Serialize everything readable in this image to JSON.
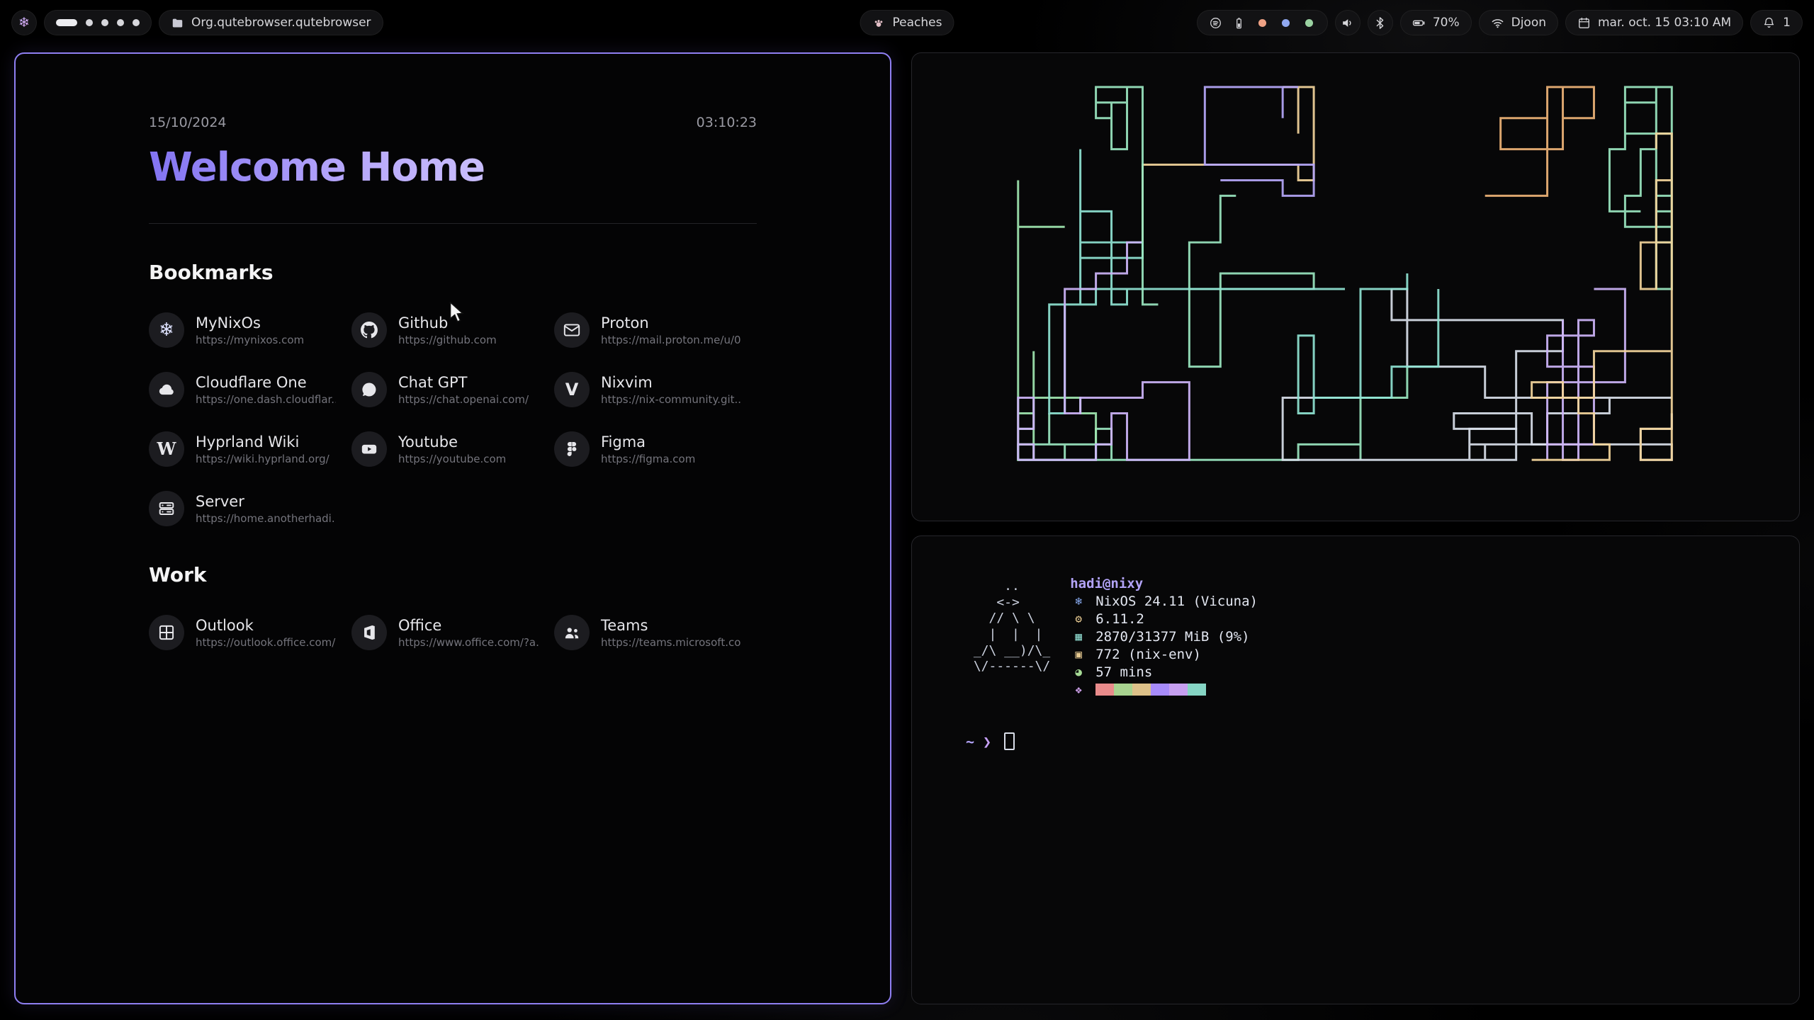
{
  "bar": {
    "workspaces": {
      "active": 1,
      "total": 5
    },
    "window_title": "Org.qutebrowser.qutebrowser",
    "center_label": "Peaches",
    "tray": [
      {
        "name": "music-tray-icon",
        "kind": "music",
        "color": "#d4d4d8"
      },
      {
        "name": "battery-tray-icon",
        "kind": "battery-vertical",
        "color": "#d4d4d8"
      },
      {
        "name": "app-tray-orange-icon",
        "kind": "dot",
        "color": "#efa184"
      },
      {
        "name": "app-tray-blue-icon",
        "kind": "dot",
        "color": "#90a8f0"
      },
      {
        "name": "app-tray-green-icon",
        "kind": "dot",
        "color": "#9bd3a2"
      }
    ],
    "battery_label": "70%",
    "network_label": "Djoon",
    "clock_label": "mar. oct. 15  03:10 AM",
    "notification_count": "1"
  },
  "startpage": {
    "date": "15/10/2024",
    "time": "03:10:23",
    "title": "Welcome Home",
    "sections": [
      {
        "heading": "Bookmarks",
        "items": [
          {
            "label": "MyNixOs",
            "url": "https://mynixos.com",
            "icon": "nixos-icon"
          },
          {
            "label": "Github",
            "url": "https://github.com",
            "icon": "github-icon"
          },
          {
            "label": "Proton",
            "url": "https://mail.proton.me/u/0...",
            "icon": "mail-icon"
          },
          {
            "label": "Cloudflare One",
            "url": "https://one.dash.cloudflar...",
            "icon": "cloud-icon"
          },
          {
            "label": "Chat GPT",
            "url": "https://chat.openai.com/",
            "icon": "chat-icon"
          },
          {
            "label": "Nixvim",
            "url": "https://nix-community.git...",
            "icon": "nixvim-icon"
          },
          {
            "label": "Hyprland Wiki",
            "url": "https://wiki.hyprland.org/",
            "icon": "wiki-icon"
          },
          {
            "label": "Youtube",
            "url": "https://youtube.com",
            "icon": "youtube-icon"
          },
          {
            "label": "Figma",
            "url": "https://figma.com",
            "icon": "figma-icon"
          },
          {
            "label": "Server",
            "url": "https://home.anotherhadi....",
            "icon": "server-icon"
          }
        ]
      },
      {
        "heading": "Work",
        "items": [
          {
            "label": "Outlook",
            "url": "https://outlook.office.com/...",
            "icon": "outlook-icon"
          },
          {
            "label": "Office",
            "url": "https://www.office.com/?a...",
            "icon": "office-icon"
          },
          {
            "label": "Teams",
            "url": "https://teams.microsoft.co...",
            "icon": "teams-icon"
          }
        ]
      }
    ]
  },
  "terminal": {
    "user_host": "hadi@nixy",
    "ascii_art": [
      "     ..",
      "    <->",
      "   // \\ \\",
      "   |  |  |",
      " _/\\ __)/\\_",
      " \\/------\\/"
    ],
    "info": [
      {
        "icon": "snowflake",
        "color": "#8aadf4",
        "text": "NixOS 24.11 (Vicuna)"
      },
      {
        "icon": "kernel",
        "color": "#e5c890",
        "text": "6.11.2"
      },
      {
        "icon": "memory",
        "color": "#8bd5ca",
        "text": "2870/31377 MiB (9%)"
      },
      {
        "icon": "packages",
        "color": "#e5c890",
        "text": "772 (nix-env)"
      },
      {
        "icon": "uptime",
        "color": "#a6da95",
        "text": "57 mins"
      }
    ],
    "palette": [
      "#e98b8b",
      "#a8d38f",
      "#ddc189",
      "#a78bfa",
      "#c69ff0",
      "#85d5c4"
    ],
    "prompt_path": "~",
    "prompt_symbol": "❯"
  },
  "pipes": {
    "colors": [
      "#8fe3d2",
      "#9fe6b0",
      "#b5a7f8",
      "#cdb4f9",
      "#f2d49b",
      "#eeb377",
      "#d8dee9",
      "#7ad4be",
      "#9ae6c0"
    ]
  }
}
